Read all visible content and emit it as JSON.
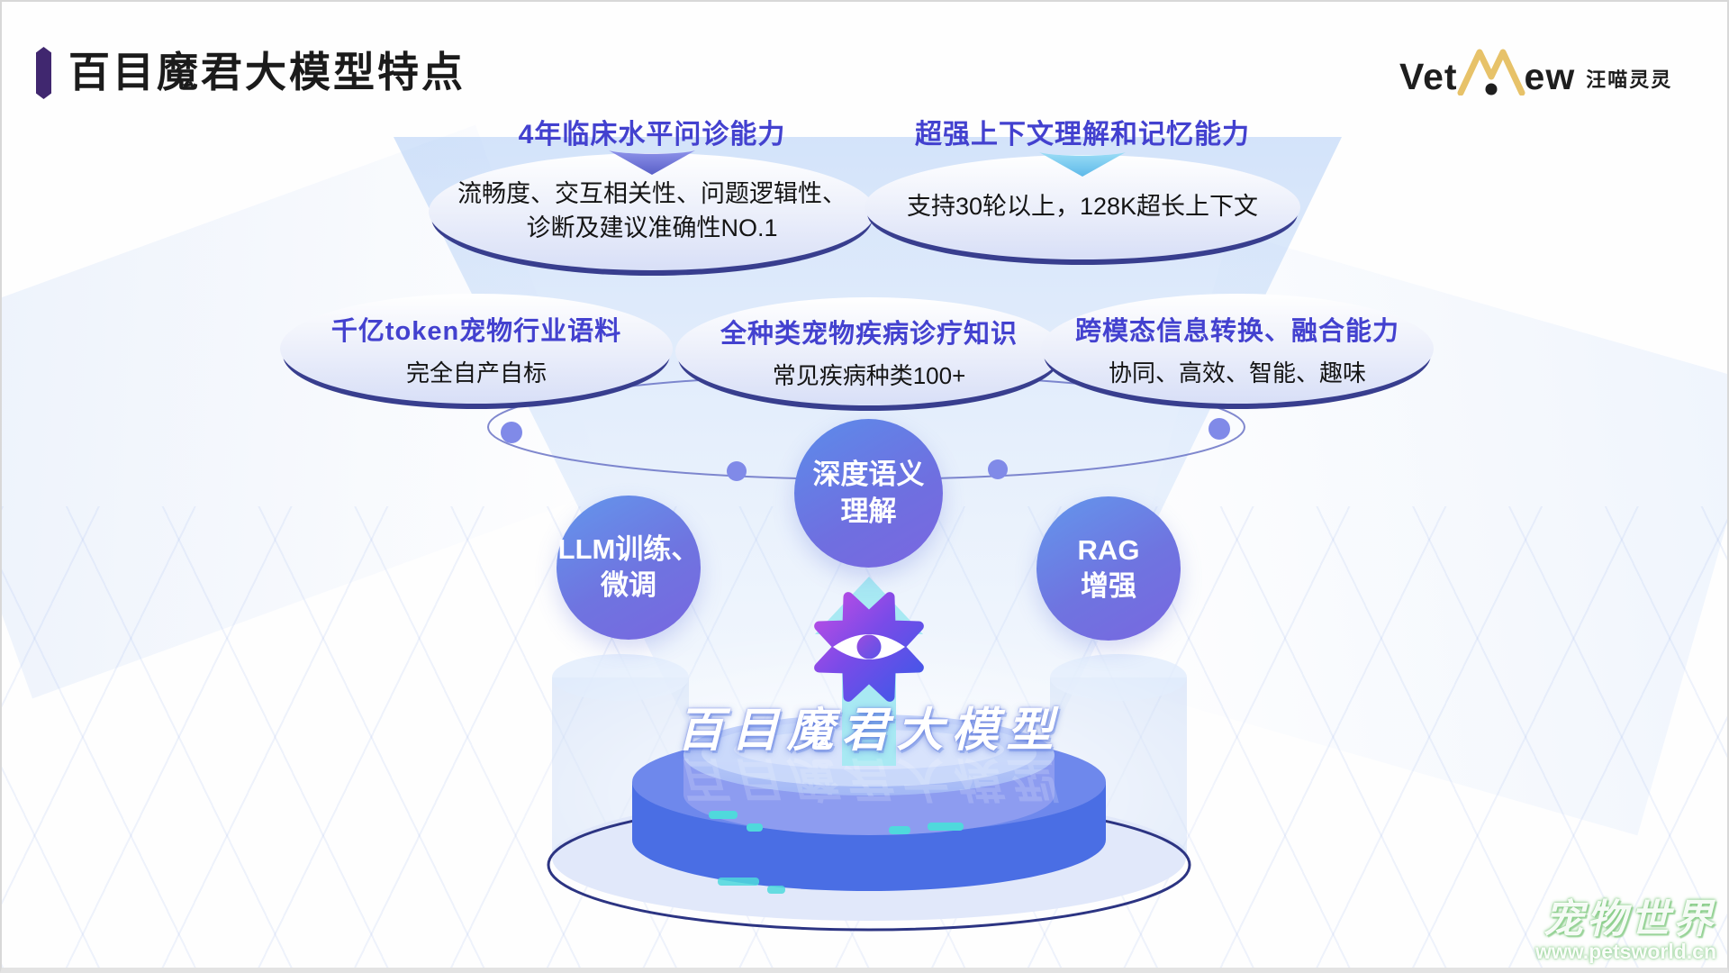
{
  "slide_title": "百目魔君大模型特点",
  "logo": {
    "part1": "Vet",
    "part2": "ew",
    "suffix": "汪喵灵灵"
  },
  "top_features": [
    {
      "header": "4年临床水平问诊能力",
      "lines": [
        "流畅度、交互相关性、问题逻辑性、",
        "诊断及建议准确性NO.1"
      ]
    },
    {
      "header": "超强上下文理解和记忆能力",
      "lines": [
        "支持30轮以上，128K超长上下文"
      ]
    }
  ],
  "mid_features": [
    {
      "header": "千亿token宠物行业语料",
      "detail": "完全自产自标"
    },
    {
      "header": "全种类宠物疾病诊疗知识",
      "detail": "常见疾病种类100+"
    },
    {
      "header": "跨模态信息转换、融合能力",
      "detail": "协同、高效、智能、趣味"
    }
  ],
  "capability_nodes": [
    {
      "line1": "LLM训练、",
      "line2": "微调"
    },
    {
      "line1": "深度语义",
      "line2": "理解"
    },
    {
      "line1": "RAG",
      "line2": "增强"
    }
  ],
  "model_name": "百目魔君大模型",
  "watermark": {
    "name": "宠物世界",
    "url": "www.petsworld.cn"
  },
  "colors": {
    "accent_purple": "#40276f",
    "feature_header_blue": "#4341cf",
    "node_gradient_start": "#5c8cea",
    "node_gradient_end": "#7a67e1",
    "podium_blue": "#4a6ee4",
    "cyan_dash": "#4fd9dc",
    "logo_gold": "#e7c269",
    "watermark_green": "#8fd08f",
    "navy_outline": "#2c3482"
  }
}
